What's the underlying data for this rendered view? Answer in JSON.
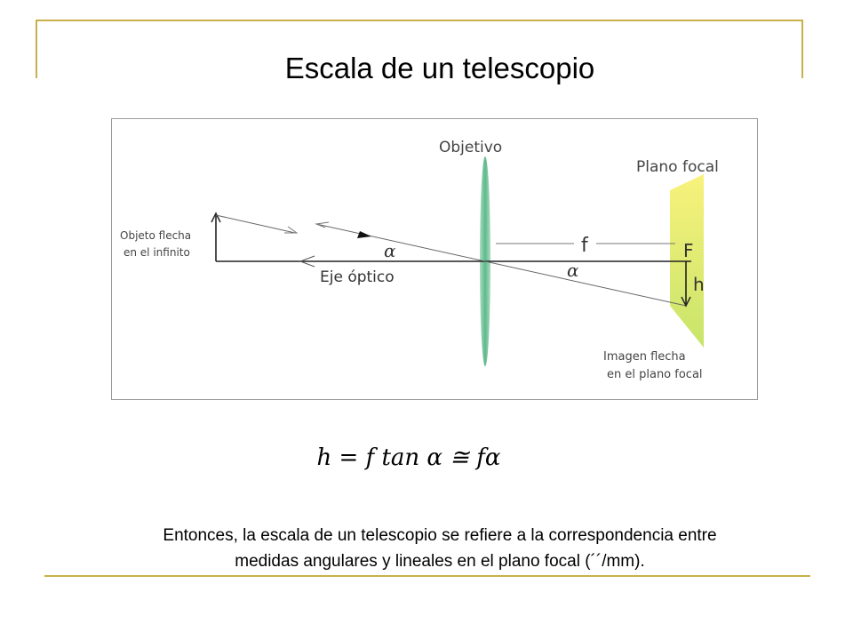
{
  "slide": {
    "title": "Escala de un telescopio",
    "formula": "h = f tan α ≅ fα",
    "caption_line1": "Entonces, la escala de un telescopio se refiere a la correspondencia entre",
    "caption_line2": "medidas angulares y lineales en el plano focal (´´/mm)."
  },
  "diagram": {
    "label_objetivo": "Objetivo",
    "label_plano_focal": "Plano focal",
    "label_objeto_line1": "Objeto flecha",
    "label_objeto_line2": "en el infinito",
    "label_eje": "Eje óptico",
    "label_alpha": "α",
    "label_f": "f",
    "label_F": "F",
    "label_h": "h",
    "label_imagen_line1": "Imagen flecha",
    "label_imagen_line2": "en el plano focal"
  },
  "colors": {
    "frame_accent": "#c8b04a",
    "lens": "#6fc39a",
    "focal_plane_top": "#f7f27a",
    "focal_plane_bottom": "#c9e56a"
  }
}
